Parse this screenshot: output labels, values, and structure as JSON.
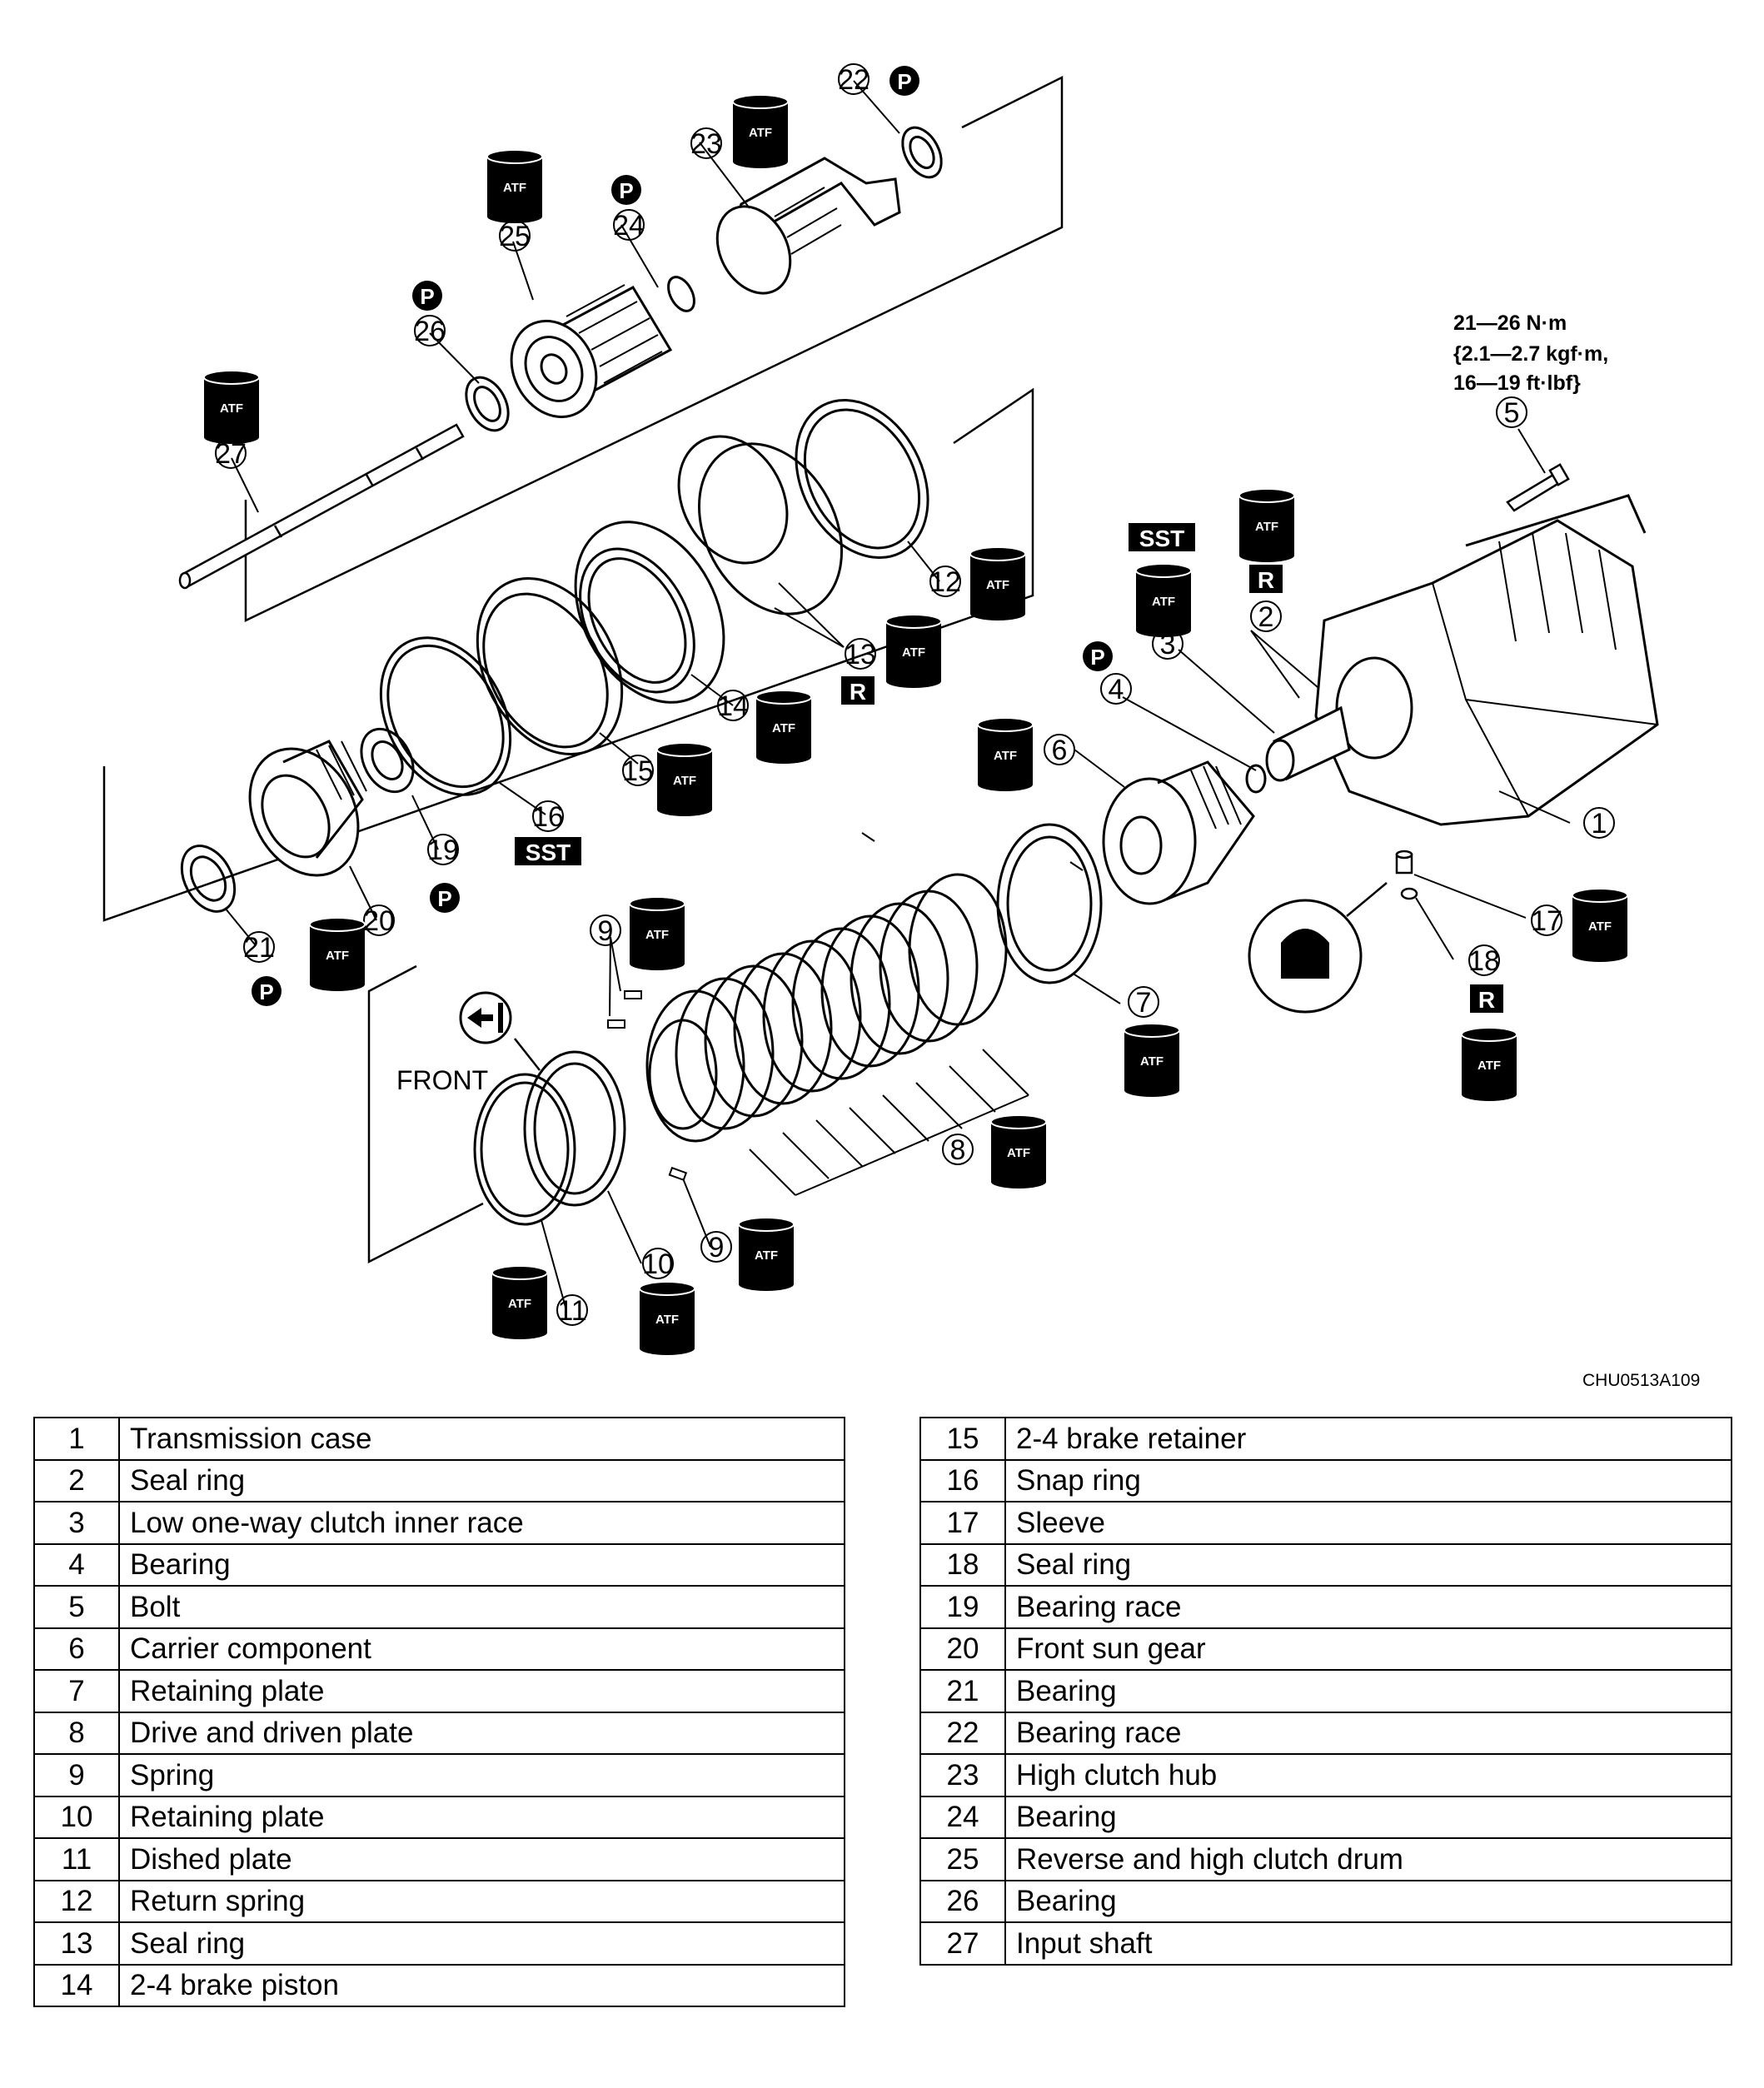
{
  "figure_code": "CHU0513A109",
  "front_label": "FRONT",
  "torque_spec": {
    "line1": "21—26 N·m",
    "line2": "{2.1—2.7 kgf·m,",
    "line3": "16—19 ft·lbf}"
  },
  "symbols": {
    "atf": "ATF",
    "sst": "SST",
    "replace": "R",
    "petroleum_jelly": "P"
  },
  "callouts": [
    "1",
    "2",
    "3",
    "4",
    "5",
    "6",
    "7",
    "8",
    "9",
    "9",
    "10",
    "11",
    "12",
    "13",
    "14",
    "15",
    "16",
    "17",
    "18",
    "19",
    "20",
    "21",
    "22",
    "23",
    "24",
    "25",
    "26",
    "27"
  ],
  "parts_left": [
    {
      "num": "1",
      "name": "Transmission case"
    },
    {
      "num": "2",
      "name": "Seal ring"
    },
    {
      "num": "3",
      "name": "Low one-way clutch inner race"
    },
    {
      "num": "4",
      "name": "Bearing"
    },
    {
      "num": "5",
      "name": "Bolt"
    },
    {
      "num": "6",
      "name": "Carrier component"
    },
    {
      "num": "7",
      "name": "Retaining plate"
    },
    {
      "num": "8",
      "name": "Drive and driven plate"
    },
    {
      "num": "9",
      "name": "Spring"
    },
    {
      "num": "10",
      "name": "Retaining plate"
    },
    {
      "num": "11",
      "name": "Dished plate"
    },
    {
      "num": "12",
      "name": "Return spring"
    },
    {
      "num": "13",
      "name": "Seal ring"
    },
    {
      "num": "14",
      "name": "2-4 brake piston"
    }
  ],
  "parts_right": [
    {
      "num": "15",
      "name": "2-4 brake retainer"
    },
    {
      "num": "16",
      "name": "Snap ring"
    },
    {
      "num": "17",
      "name": "Sleeve"
    },
    {
      "num": "18",
      "name": "Seal ring"
    },
    {
      "num": "19",
      "name": "Bearing race"
    },
    {
      "num": "20",
      "name": "Front sun gear"
    },
    {
      "num": "21",
      "name": "Bearing"
    },
    {
      "num": "22",
      "name": "Bearing race"
    },
    {
      "num": "23",
      "name": "High clutch hub"
    },
    {
      "num": "24",
      "name": "Bearing"
    },
    {
      "num": "25",
      "name": "Reverse and high clutch drum"
    },
    {
      "num": "26",
      "name": "Bearing"
    },
    {
      "num": "27",
      "name": "Input shaft"
    }
  ]
}
